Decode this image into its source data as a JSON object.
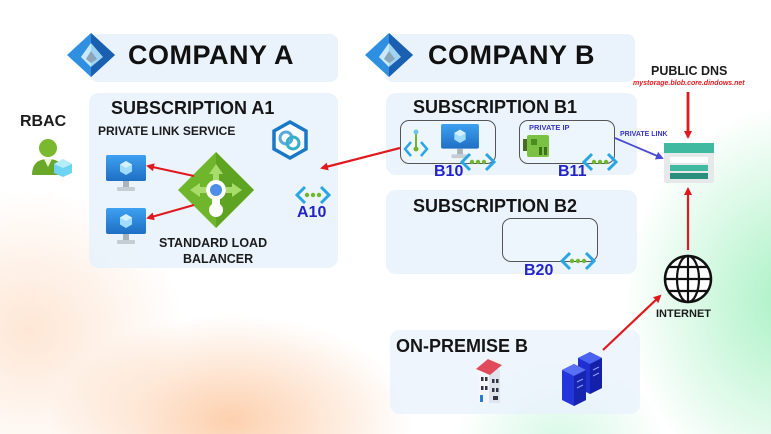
{
  "company_a": {
    "title": "COMPANY A",
    "subscription": {
      "title": "SUBSCRIPTION A1",
      "private_link_service_label": "PRIVATE LINK SERVICE",
      "load_balancer_label_line1": "STANDARD LOAD",
      "load_balancer_label_line2": "BALANCER",
      "vnet_label": "A10"
    }
  },
  "rbac": {
    "label": "RBAC"
  },
  "company_b": {
    "title": "COMPANY B",
    "subscription_b1": {
      "title": "SUBSCRIPTION B1",
      "vnet_b10_label": "B10",
      "vnet_b11_label": "B11",
      "private_ip_label": "PRIVATE IP"
    },
    "subscription_b2": {
      "title": "SUBSCRIPTION B2",
      "vnet_b20_label": "B20"
    },
    "on_premise": {
      "title": "ON-PREMISE B"
    }
  },
  "public_dns": {
    "title": "PUBLIC DNS",
    "hostname": "mystorage.blob.core.dindows.net"
  },
  "private_link_label": "PRIVATE LINK",
  "internet_label": "INTERNET",
  "colors": {
    "arrow_red": "#e0191e",
    "private_link_blue": "#4a4ad6",
    "vnet_label_blue": "#2323c8",
    "panel_bg": "#e8f2fc",
    "lb_green": "#6fb62c",
    "storage_teal": "#3fb9a0"
  }
}
